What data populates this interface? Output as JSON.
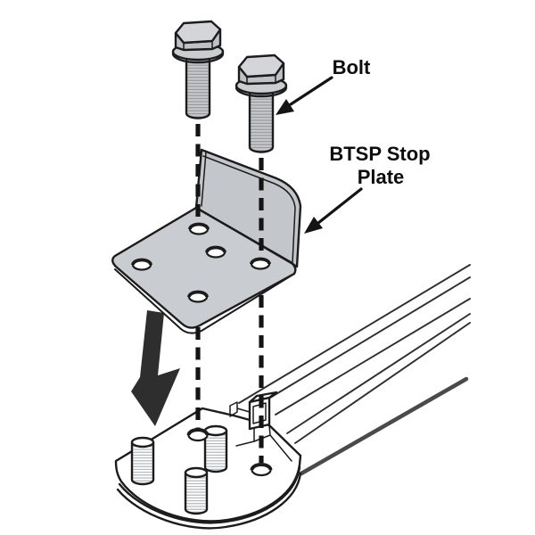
{
  "diagram": {
    "labels": {
      "bolt": "Bolt",
      "stop_plate_line1": "BTSP Stop",
      "stop_plate_line2": "Plate"
    },
    "colors": {
      "background": "#ffffff",
      "outline": "#1c1c1c",
      "plate_fill": "#c9cdd1",
      "plate_wall_fill": "#c3c7cc",
      "bolt_fill": "#c7c9cc",
      "bolt_head_top_fill": "#d3d5d8",
      "bolt_head_side_fill": "#bfc2c5",
      "flange_fill": "#cbcdd0",
      "arrow_fill": "#2e2e2e",
      "rail_bottom_edge": "#4a4a4a",
      "label_text": "#0d0d0d"
    },
    "parts": {
      "bolts": 2,
      "plate_holes": 5,
      "track_studs": 3,
      "track_holes": 2
    }
  }
}
